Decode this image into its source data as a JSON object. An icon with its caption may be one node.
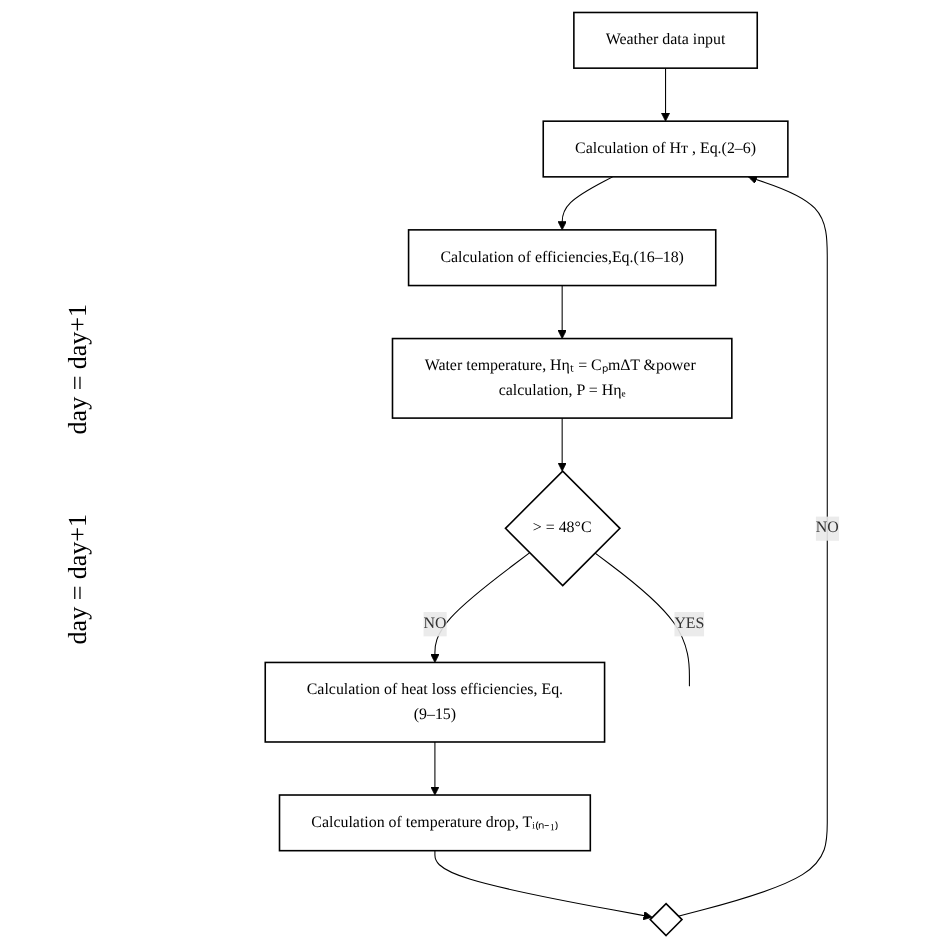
{
  "diagram": {
    "nodes": [
      {
        "text": [
          "Weather data input"
        ]
      },
      {
        "text": [
          "Calculation of Hт , Eq.(2–6)"
        ]
      },
      {
        "text": [
          "Calculation of efficiencies,Eq.(16–18)"
        ]
      },
      {
        "text": [
          "Water temperature, Hηₜ = Cₚm∆T &power calculation, P = Hηₑ"
        ]
      },
      {
        "text": [
          "> = 48°C"
        ]
      },
      {
        "text": [
          "Calculation of heat loss efficiencies, Eq.(9–15)"
        ]
      },
      {
        "text": [
          "Calculation of temperature drop, Tᵢ₍ₙ₋₁₎"
        ]
      },
      {
        "text": [],
        "shape": "diamond"
      }
    ],
    "edges": [
      {
        "from": 0,
        "to": 1,
        "arrow": "to"
      },
      {
        "from": 1,
        "to": 2,
        "arrow": "to"
      },
      {
        "from": 2,
        "to": 3,
        "arrow": "to"
      },
      {
        "from": 3,
        "to": 4,
        "arrow": "to"
      },
      {
        "from": 4,
        "to": null,
        "arrow": "none",
        "label": "YES"
      },
      {
        "from": 4,
        "to": 5,
        "arrow": "to",
        "label": "NO"
      },
      {
        "from": 5,
        "to": 6,
        "arrow": "to"
      },
      {
        "from": 6,
        "to": 7,
        "arrow": "to"
      },
      {
        "from": 7,
        "to": 1,
        "arrow": "to",
        "label": "NO"
      }
    ],
    "labels": [
      "day = day+1",
      "day = day+1"
    ]
  }
}
